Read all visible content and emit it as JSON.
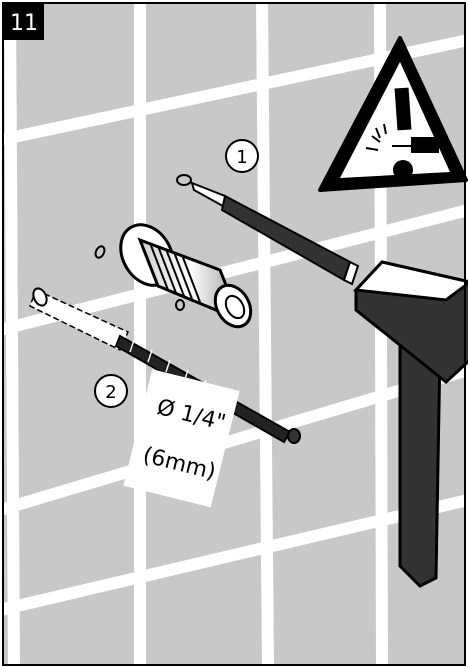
{
  "step": {
    "number": "11"
  },
  "callouts": [
    {
      "label": "1"
    },
    {
      "label": "2"
    }
  ],
  "drill_label": {
    "diameter": "Ø 1/4\"",
    "metric": "(6mm)"
  },
  "colors": {
    "wall": "#c8c8c8",
    "grout": "#ffffff",
    "outline": "#000000",
    "tool_dark": "#333333",
    "warning_fill": "#ffffff"
  },
  "icons": [
    "warning-triangle-icon",
    "hammer-icon",
    "center-punch-icon",
    "drill-bit-icon",
    "wall-anchor-icon"
  ]
}
